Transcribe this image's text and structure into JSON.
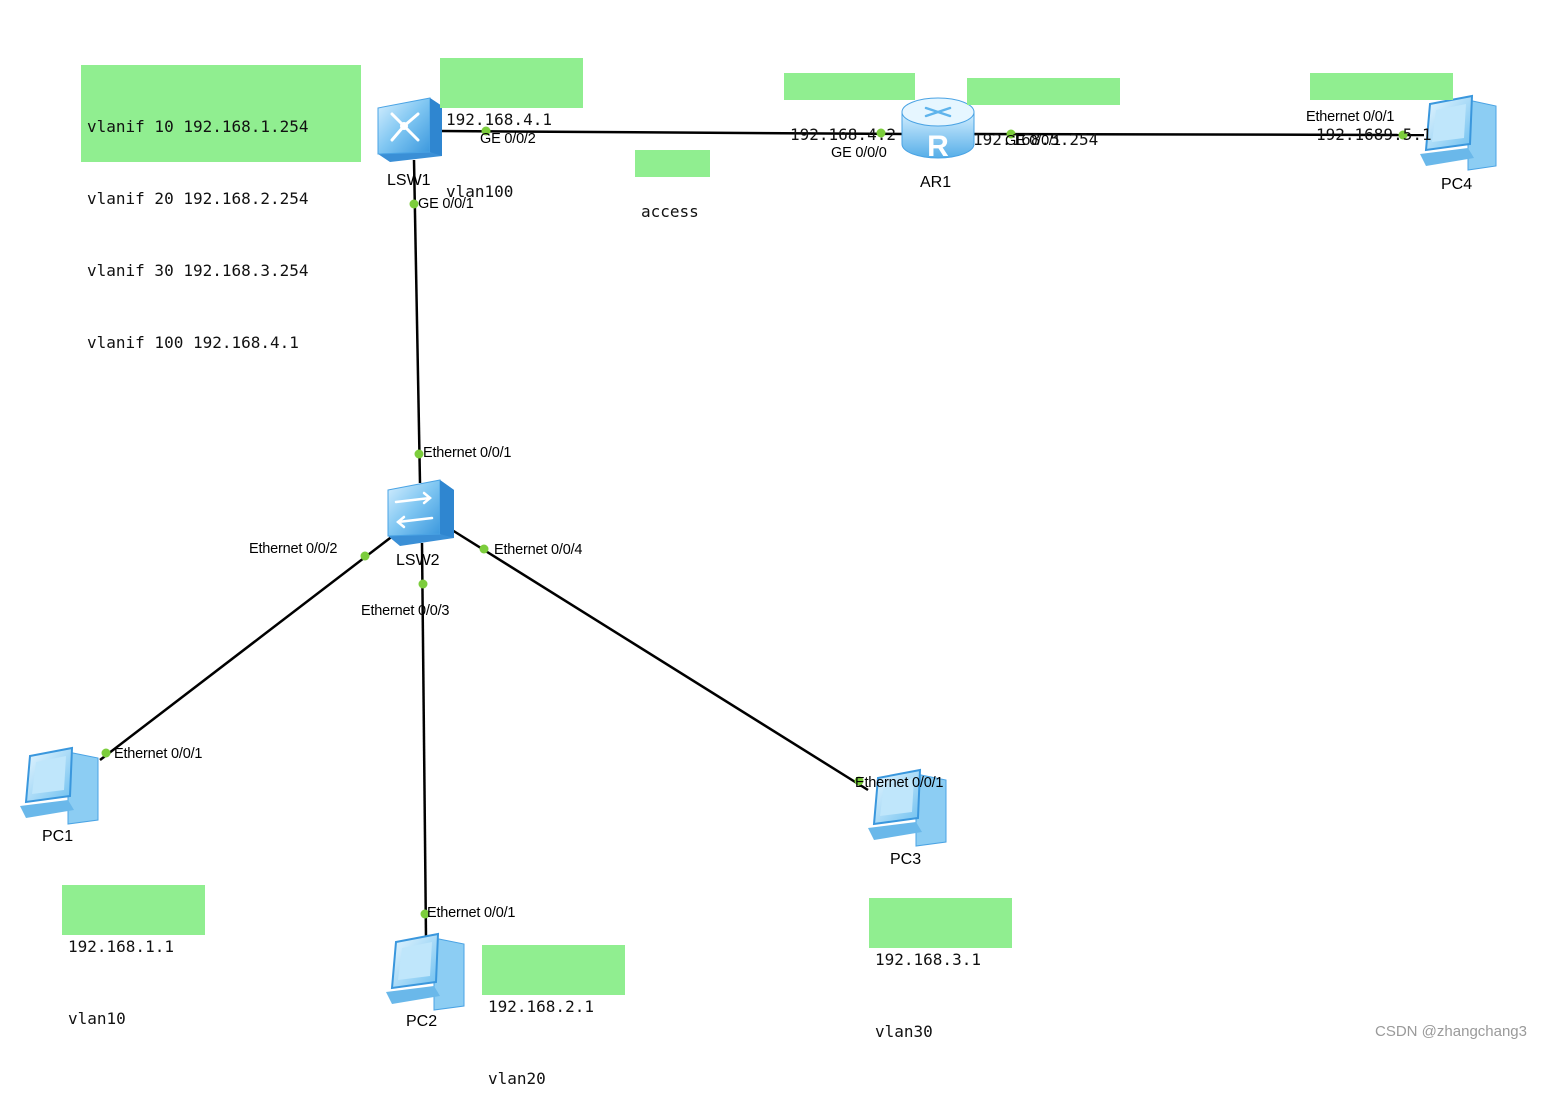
{
  "devices": {
    "lsw1": {
      "name": "LSW1",
      "icon": "l3-switch-icon"
    },
    "lsw2": {
      "name": "LSW2",
      "icon": "l2-switch-icon"
    },
    "ar1": {
      "name": "AR1",
      "icon": "router-icon"
    },
    "pc1": {
      "name": "PC1",
      "icon": "pc-icon"
    },
    "pc2": {
      "name": "PC2",
      "icon": "pc-icon"
    },
    "pc3": {
      "name": "PC3",
      "icon": "pc-icon"
    },
    "pc4": {
      "name": "PC4",
      "icon": "pc-icon"
    }
  },
  "ports": {
    "lsw1_g002": "GE 0/0/2",
    "lsw1_g001": "GE 0/0/1",
    "ar1_g000": "GE 0/0/0",
    "ar1_g001": "GE 0/0/1",
    "pc4_e001": "Ethernet 0/0/1",
    "lsw2_e001": "Ethernet 0/0/1",
    "lsw2_e002": "Ethernet 0/0/2",
    "lsw2_e003": "Ethernet 0/0/3",
    "lsw2_e004": "Ethernet 0/0/4",
    "pc1_e001": "Ethernet 0/0/1",
    "pc2_e001": "Ethernet 0/0/1",
    "pc3_e001": "Ethernet 0/0/1"
  },
  "notes": {
    "lsw1_vlanif": [
      "vlanif 10 192.168.1.254",
      "vlanif 20 192.168.2.254",
      "vlanif 30 192.168.3.254",
      "vlanif 100 192.168.4.1"
    ],
    "lsw1_uplink": [
      "192.168.4.1",
      "vlan100"
    ],
    "link_mode": [
      "access"
    ],
    "ar1_g000_ip": [
      "192.168.4.2"
    ],
    "ar1_g001_ip": [
      "192.168.5.254"
    ],
    "pc4_ip": [
      "192.1689.5.1"
    ],
    "pc1_info": [
      "192.168.1.1",
      "vlan10"
    ],
    "pc2_info": [
      "192.168.2.1",
      "vlan20"
    ],
    "pc3_info": [
      "192.168.3.1",
      "vlan30"
    ]
  },
  "colors": {
    "note_background": "#90ee90",
    "port_dot": "#7ccd3c",
    "link": "#000000",
    "device_blue": "#5fb4ec"
  },
  "watermark": "CSDN @zhangchang3"
}
